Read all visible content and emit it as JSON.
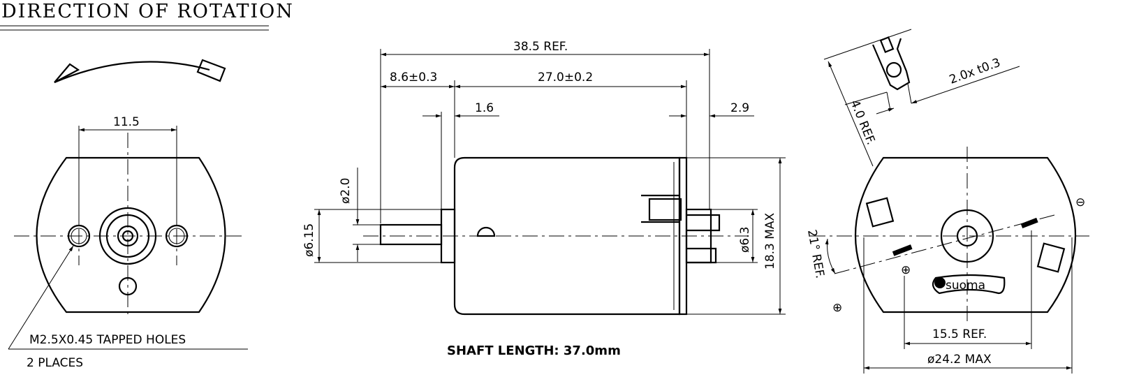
{
  "title": "DIRECTION OF ROTATION",
  "front_view": {
    "hole_spacing": "11.5",
    "note_line1": "M2.5X0.45 TAPPED HOLES",
    "note_line2": "2 PLACES"
  },
  "side_view": {
    "overall_length": "38.5 REF.",
    "shaft_exposed": "8.6±0.3",
    "body_length": "27.0±0.2",
    "bushing": "1.6",
    "terminal_offset": "2.9",
    "shaft_diameter": "ø2.0",
    "bushing_diameter": "ø6.15",
    "rear_boss_diameter": "ø6.3",
    "body_height": "18.3 MAX",
    "shaft_length_note": "SHAFT LENGTH: 37.0mm"
  },
  "rear_view": {
    "terminal_width": "2.0x t0.3",
    "terminal_height": "4.0 REF.",
    "terminal_angle": "21° REF.",
    "terminal_spacing": "15.5 REF.",
    "body_diameter": "ø24.2 MAX",
    "logo": "suoma",
    "polarity_neg": "⊖",
    "polarity_pos": "⊕"
  }
}
